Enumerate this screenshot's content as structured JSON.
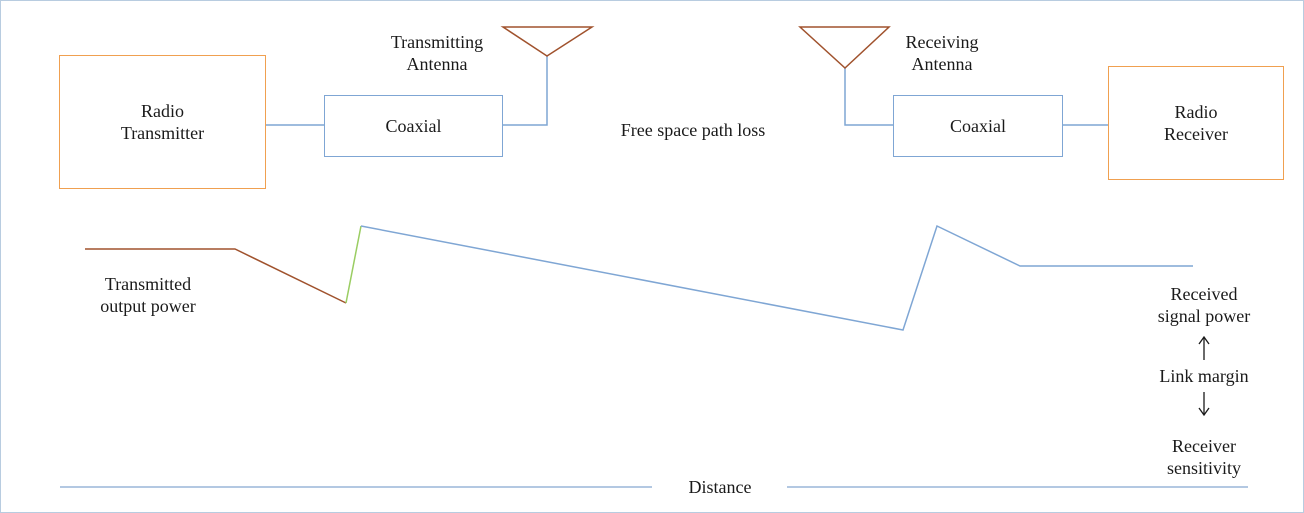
{
  "blocks": {
    "transmitter": {
      "line1": "Radio",
      "line2": "Transmitter"
    },
    "coax_tx": "Coaxial",
    "coax_rx": "Coaxial",
    "receiver": {
      "line1": "Radio",
      "line2": "Receiver"
    }
  },
  "antennas": {
    "tx": {
      "line1": "Transmitting",
      "line2": "Antenna"
    },
    "rx": {
      "line1": "Receiving",
      "line2": "Antenna"
    }
  },
  "labels": {
    "path_loss": "Free space path loss",
    "tx_power": {
      "line1": "Transmitted",
      "line2": "output power"
    },
    "rx_power": {
      "line1": "Received",
      "line2": "signal power"
    },
    "link_margin": "Link margin",
    "sensitivity": {
      "line1": "Receiver",
      "line2": "sensitivity"
    },
    "distance": "Distance"
  },
  "colors": {
    "orange_box": "#f0a050",
    "blue_line": "#7fa6d4",
    "antenna": "#a0522d",
    "tx_segment": "#a0522d",
    "rise_segment": "#9acd62"
  }
}
